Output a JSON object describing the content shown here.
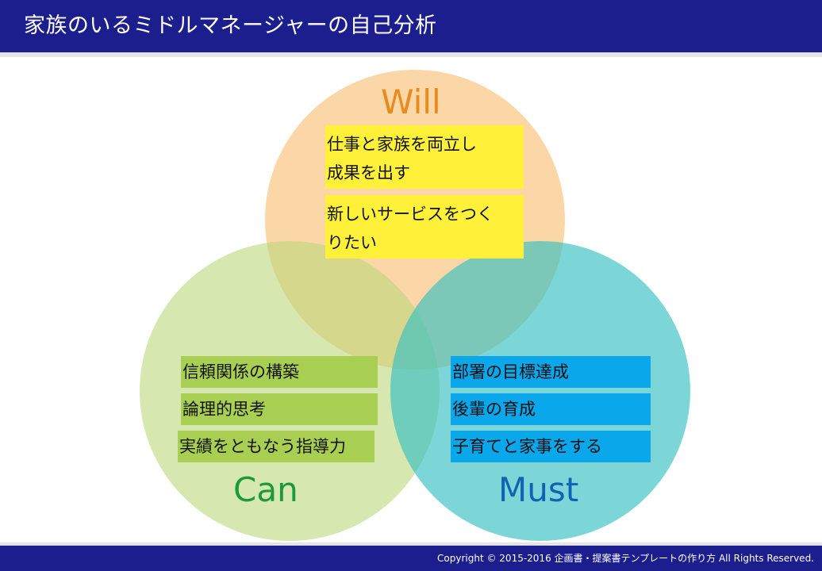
{
  "header": {
    "title": "家族のいるミドルマネージャーの自己分析"
  },
  "venn": {
    "will": {
      "label": "Will",
      "items": [
        {
          "line1": "仕事と家族を両立し",
          "line2": "成果を出す"
        },
        {
          "line1": "新しいサービスをつく",
          "line2": "りたい"
        }
      ]
    },
    "can": {
      "label": "Can",
      "items": [
        "信頼関係の構築",
        "論理的思考",
        "実績をともなう指導力"
      ]
    },
    "must": {
      "label": "Must",
      "items": [
        "部署の目標達成",
        "後輩の育成",
        "子育てと家事をする"
      ]
    }
  },
  "colors": {
    "header_bg": "#1b1e8c",
    "will_circle": "#f7b761",
    "can_circle": "#bad77a",
    "must_circle": "#36c0c1",
    "will_box": "#fff13a",
    "can_box": "#a9cf52",
    "must_box": "#0aa7ea"
  },
  "footer": {
    "copyright": "Copyright © 2015-2016 企画書・提案書テンプレートの作り方  All Rights Reserved."
  }
}
